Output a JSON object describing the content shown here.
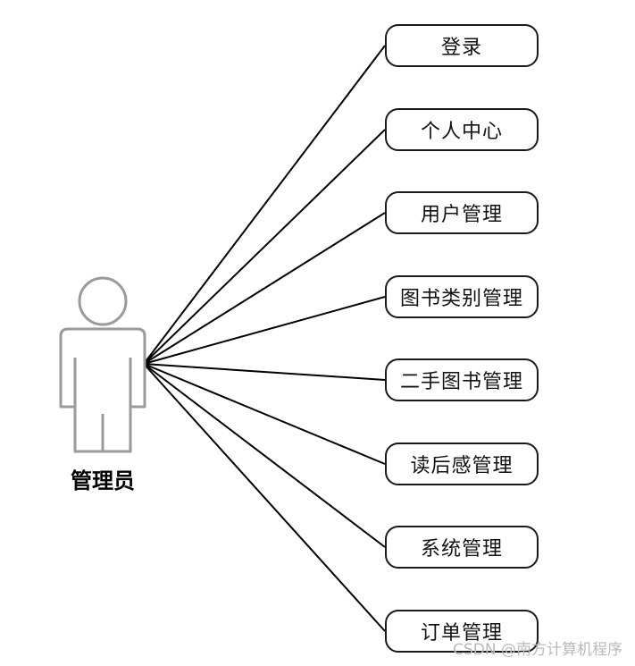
{
  "actor": {
    "label": "管理员",
    "icon": "person-icon"
  },
  "use_cases": [
    {
      "label": "登录"
    },
    {
      "label": "个人中心"
    },
    {
      "label": "用户管理"
    },
    {
      "label": "图书类别管理"
    },
    {
      "label": "二手图书管理"
    },
    {
      "label": "读后感管理"
    },
    {
      "label": "系统管理"
    },
    {
      "label": "订单管理"
    }
  ],
  "watermark": "CSDN @南方计算机程序",
  "colors": {
    "line": "#000000",
    "actor_stroke": "#9a9a9a",
    "box_border": "#1a1a1a"
  }
}
